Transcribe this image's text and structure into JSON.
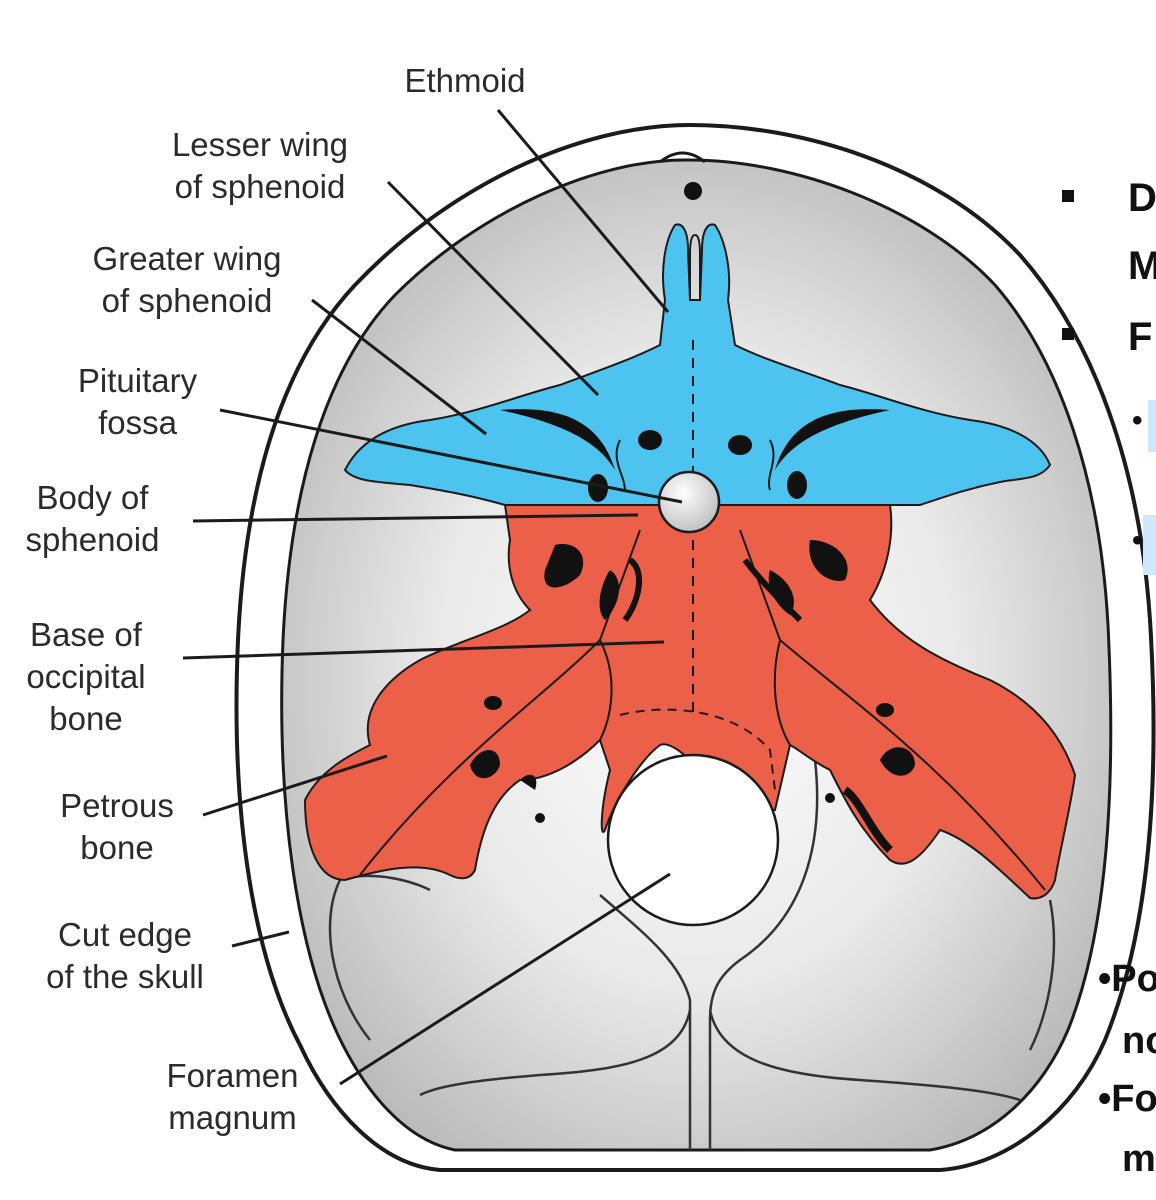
{
  "labels": {
    "ethmoid": "Ethmoid",
    "lesser_wing": "Lesser wing\nof sphenoid",
    "greater_wing": "Greater wing\nof sphenoid",
    "pituitary": "Pituitary\nfossa",
    "body_sphenoid": "Body of\nsphenoid",
    "base_occipital": "Base of\noccipital\nbone",
    "petrous": "Petrous\nbone",
    "cut_edge": "Cut edge\nof the skull",
    "foramen": "Foramen\nmagnum"
  },
  "side_text": {
    "t1": "D",
    "t2": "M",
    "t3": "F",
    "t4": "•",
    "t5": "•",
    "t6": "•Po",
    "t7": "no",
    "t8": "•Fo",
    "t9": "m"
  },
  "colors": {
    "sphenoid_blue": "#4cc4ef",
    "occipital_red": "#ec5f49",
    "outline": "#1b1b1b",
    "highlight": "#cfe6fb"
  }
}
